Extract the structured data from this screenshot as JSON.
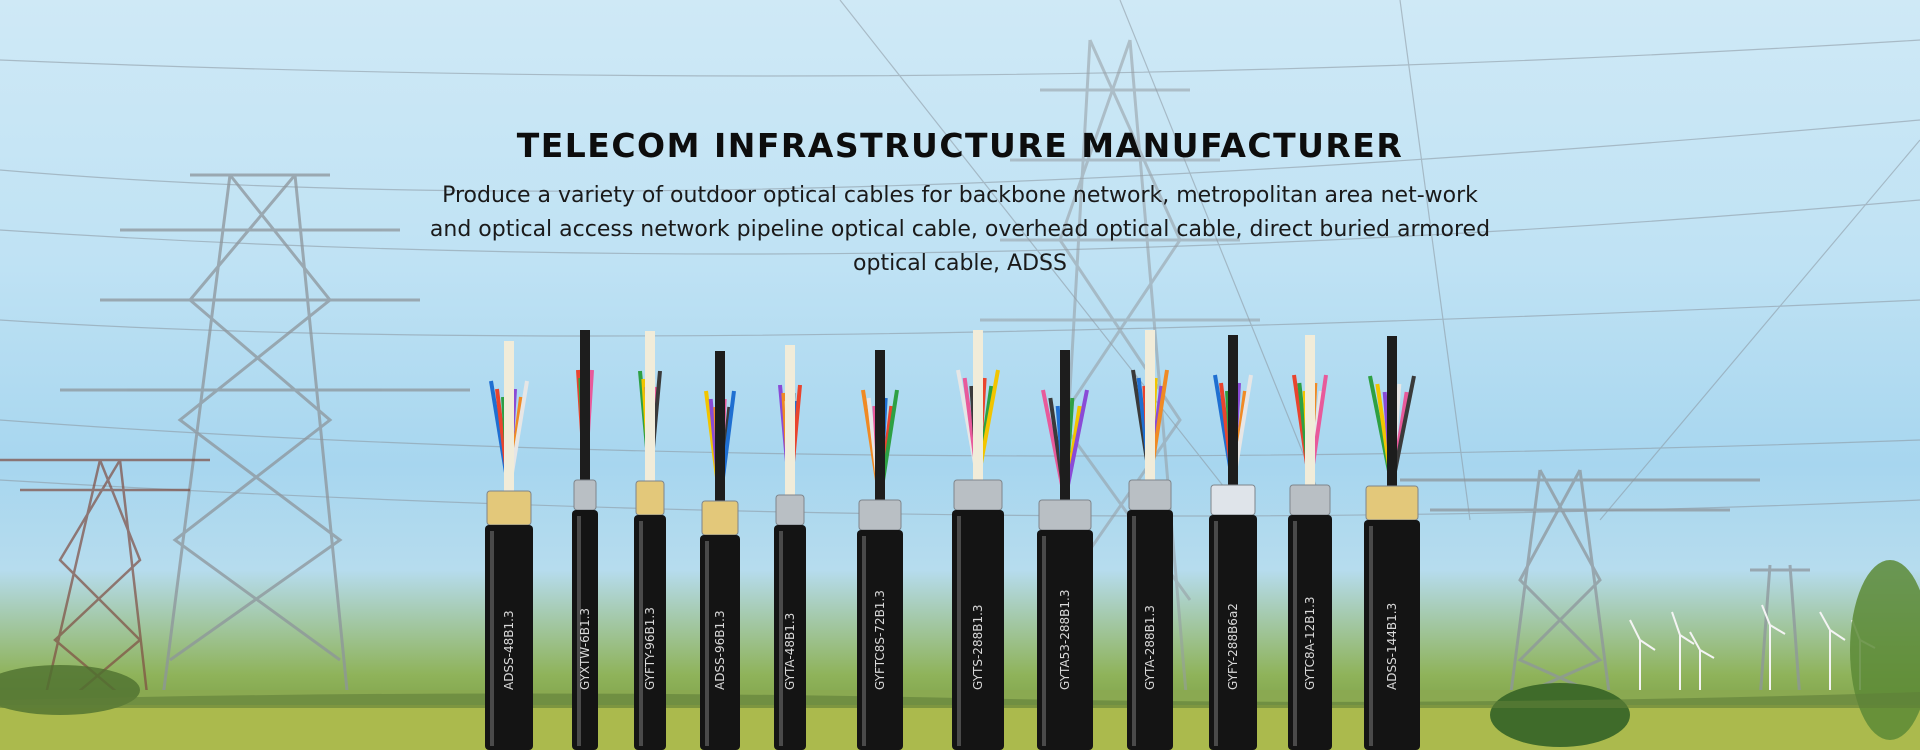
{
  "hero": {
    "title": "TELECOM INFRASTRUCTURE MANUFACTURER",
    "subtitle": "Produce a variety of outdoor optical cables for backbone network, metropolitan area net-work and optical access network pipeline optical cable, overhead optical cable, direct buried armored optical cable, ADSS"
  },
  "cables": [
    {
      "label": "ADSS-48B1.3"
    },
    {
      "label": "GYXTW-6B1.3"
    },
    {
      "label": "GYFTY-96B1.3"
    },
    {
      "label": "ADSS-96B1.3"
    },
    {
      "label": "GYTA-48B1.3"
    },
    {
      "label": "GYFTC8S-72B1.3"
    },
    {
      "label": "GYTS-288B1.3"
    },
    {
      "label": "GYTA53-288B1.3"
    },
    {
      "label": "GYTA-288B1.3"
    },
    {
      "label": "GYFY-288B6a2"
    },
    {
      "label": "GYTC8A-12B1.3"
    },
    {
      "label": "ADSS-144B1.3"
    }
  ],
  "colors": {
    "sky_top": "#cfe9f6",
    "sky_bottom": "#a7d6ef",
    "field": "#8fb35a",
    "cable_jacket": "#141414",
    "pylon": "#9aa2a8"
  }
}
